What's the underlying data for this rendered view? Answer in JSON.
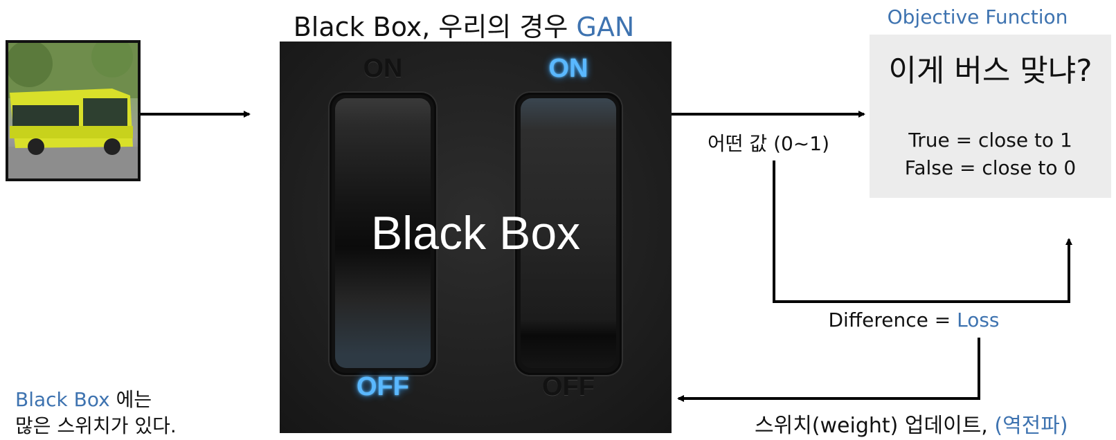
{
  "header": {
    "title_prefix": "Black Box, 우리의 경우 ",
    "title_highlight": "GAN"
  },
  "switches": {
    "left_on": "ON",
    "left_off": "OFF",
    "right_on": "ON",
    "right_off": "OFF",
    "center_label": "Black Box"
  },
  "objective": {
    "title": "Objective Function",
    "question": "이게 버스 맞냐?",
    "true_line": "True = close to 1",
    "false_line": "False = close to 0"
  },
  "flow": {
    "value_label": "어떤 값 (0~1)",
    "difference_prefix": "Difference = ",
    "difference_highlight": "Loss",
    "update_prefix": "스위치(weight) 업데이트, ",
    "update_highlight": "(역전파)"
  },
  "note": {
    "line1_highlight": "Black Box",
    "line1_suffix": " 에는",
    "line2": "많은 스위치가 있다."
  },
  "colors": {
    "accent": "#3e73b0",
    "switch_glow": "#5ab8ff",
    "panel": "#242424",
    "objective_box": "#ececec"
  }
}
